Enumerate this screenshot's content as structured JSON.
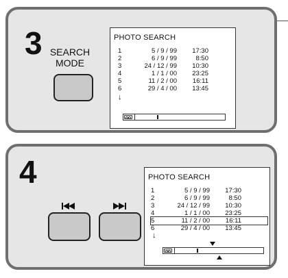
{
  "step3": {
    "number": "3",
    "button": {
      "label_line1": "SEARCH",
      "label_line2": "MODE"
    },
    "screen": {
      "title": "PHOTO  SEARCH",
      "rows": [
        {
          "num": "1",
          "date": "5 /  9 / 99",
          "time": "17:30"
        },
        {
          "num": "2",
          "date": "6 /  9 / 99",
          "time": "8:50"
        },
        {
          "num": "3",
          "date": "24 / 12 / 99",
          "time": "10:30"
        },
        {
          "num": "4",
          "date": "1 /  1 / 00",
          "time": "23:25"
        },
        {
          "num": "5",
          "date": "11 /  2 / 00",
          "time": "16:11"
        },
        {
          "num": "6",
          "date": "29 /  4 / 00",
          "time": "13:45"
        }
      ],
      "more_arrow": "↓",
      "counter_position": 0.28
    }
  },
  "step4": {
    "number": "4",
    "prev_icon": "skip-previous-icon",
    "next_icon": "skip-next-icon",
    "screen": {
      "title": "PHOTO  SEARCH",
      "rows": [
        {
          "num": "1",
          "date": "5 /  9 / 99",
          "time": "17:30"
        },
        {
          "num": "2",
          "date": "6 /  9 / 99",
          "time": "8:50"
        },
        {
          "num": "3",
          "date": "24 / 12 / 99",
          "time": "10:30"
        },
        {
          "num": "4",
          "date": "1 /  1 / 00",
          "time": "23:25"
        },
        {
          "num": "5",
          "date": "11 /  2 / 00",
          "time": "16:11"
        },
        {
          "num": "6",
          "date": "29 /  4 / 00",
          "time": "13:45"
        }
      ],
      "selected_row": 5,
      "more_arrow": "↓",
      "counter_position": 0.28
    }
  },
  "colors": {
    "panel_bg": "#e6e6e6",
    "panel_border": "#6f6f6f",
    "button_fill": "#c9c9c9",
    "screen_bg": "#ffffff"
  }
}
